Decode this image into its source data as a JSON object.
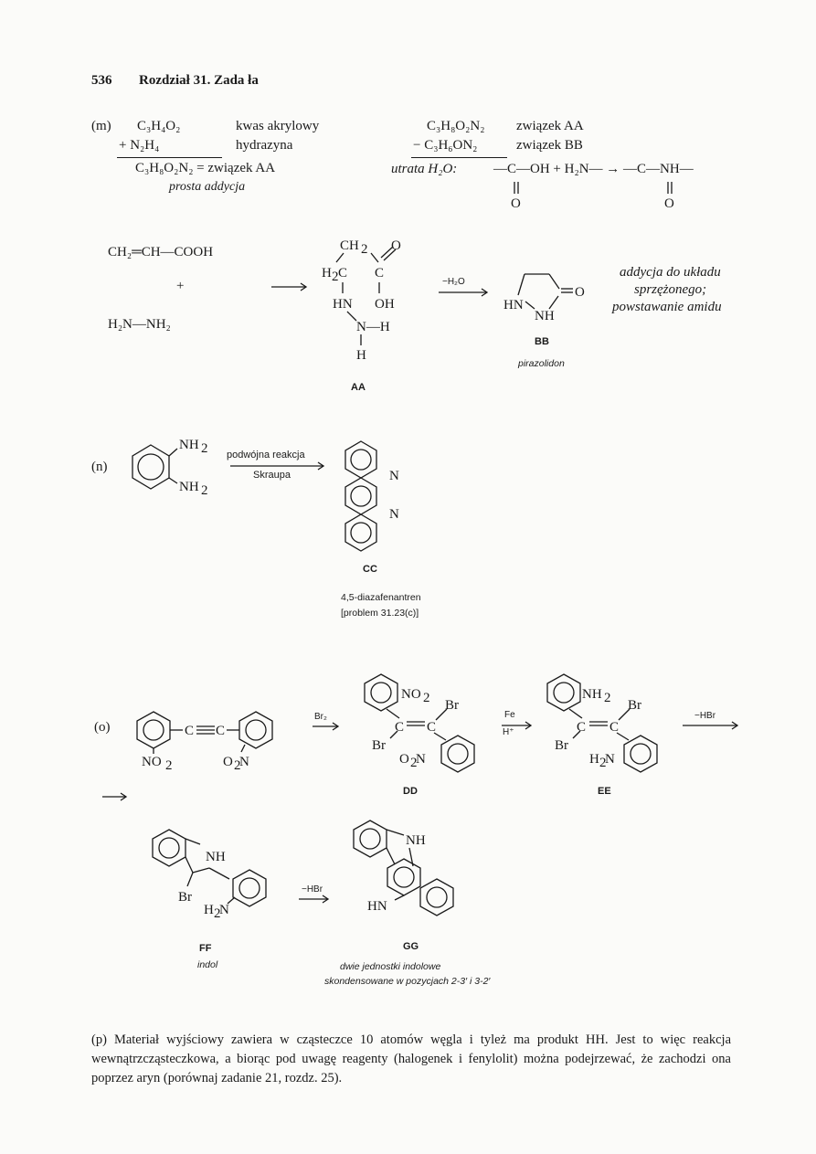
{
  "header": {
    "page_number": "536",
    "chapter": "Rozdział 31. Zada ła"
  },
  "m": {
    "label": "(m)",
    "left": {
      "r1_formula": "C₃H₄O₂",
      "r1_name": "kwas akrylowy",
      "r2_formula": "+ N₂H₄",
      "r2_name": "hydrazyna",
      "result": "C₃H₈O₂N₂ = związek AA",
      "note": "prosta addycja"
    },
    "right": {
      "r1_formula": "C₃H₈O₂N₂",
      "r1_name": "związek AA",
      "r2_formula": "− C₃H₆ON₂",
      "r2_name": "związek BB",
      "loss_label": "utrata H₂O:",
      "loss_eq": "—C—OH + H₂N— → —C—NH—"
    },
    "scheme": {
      "acid": "CH₂═CH—COOH",
      "plus": "+",
      "hydrazine": "H₂N—NH₂",
      "arrow_label": "−H₂O",
      "aa_label": "AA",
      "bb_label": "BB",
      "bb_name": "pirazolidon",
      "note_l1": "addycja do układu",
      "note_l2": "sprzężonego;",
      "note_l3": "powstawanie amidu"
    }
  },
  "n": {
    "label": "(n)",
    "arrow_top": "podwójna reakcja",
    "arrow_bottom": "Skraupa",
    "cc_label": "CC",
    "cc_name": "4,5-diazafenantren",
    "cc_ref": "[problem 31.23(c)]"
  },
  "o": {
    "label": "(o)",
    "arrow1": "Br₂",
    "arrow2_top": "Fe",
    "arrow2_bottom": "H⁺",
    "arrow3": "−HBr",
    "arrow4": "−HBr",
    "dd_label": "DD",
    "ee_label": "EE",
    "ff_label": "FF",
    "gg_label": "GG",
    "ff_name": "indol",
    "gg_name_l1": "dwie jednostki indolowe",
    "gg_name_l2": "skondensowane w pozycjach 2-3′ i 3-2′"
  },
  "p": {
    "text": "(p) Materiał wyjściowy zawiera w cząsteczce 10 atomów węgla i tyleż ma produkt HH. Jest to więc reakcja wewnątrzcząsteczkowa, a biorąc pod uwagę reagenty (halogenek i fenylolit) można podejrzewać, że zachodzi ona poprzez aryn (porównaj zadanie 21, rozdz. 25)."
  }
}
